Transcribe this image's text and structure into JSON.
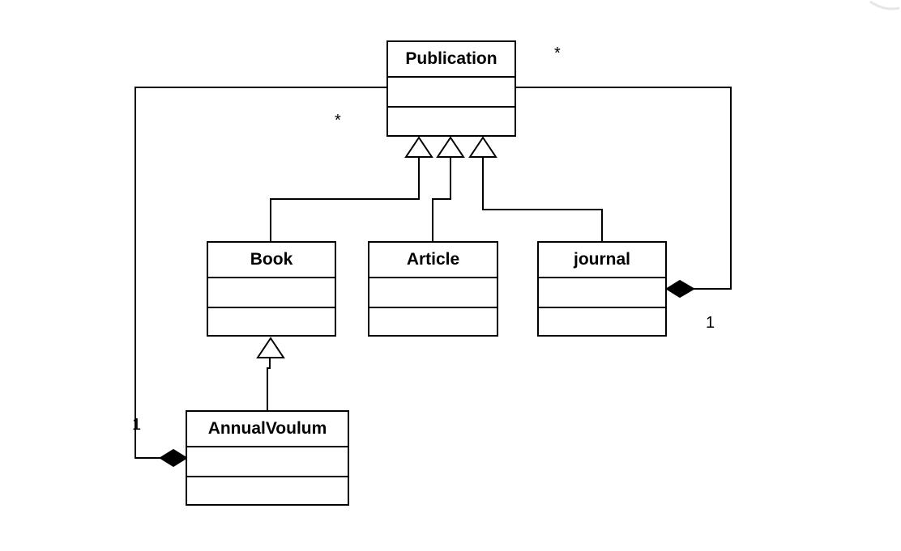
{
  "diagram": {
    "classes": {
      "publication": {
        "name": "Publication"
      },
      "book": {
        "name": "Book"
      },
      "article": {
        "name": "Article"
      },
      "journal": {
        "name": "journal"
      },
      "annual_volume": {
        "name": "AnnualVoulum"
      }
    },
    "multiplicities": {
      "publication_right": "*",
      "publication_left": "*",
      "journal": "1",
      "annual_volume": "1"
    },
    "relationships": [
      {
        "type": "generalization",
        "from": "Book",
        "to": "Publication"
      },
      {
        "type": "generalization",
        "from": "Article",
        "to": "Publication"
      },
      {
        "type": "generalization",
        "from": "journal",
        "to": "Publication"
      },
      {
        "type": "generalization",
        "from": "AnnualVoulum",
        "to": "Book"
      },
      {
        "type": "composition",
        "whole": "journal",
        "part": "Publication"
      },
      {
        "type": "composition",
        "whole": "AnnualVoulum",
        "part": "Publication"
      }
    ],
    "colors": {
      "line": "#000000",
      "background": "#ffffff"
    }
  }
}
